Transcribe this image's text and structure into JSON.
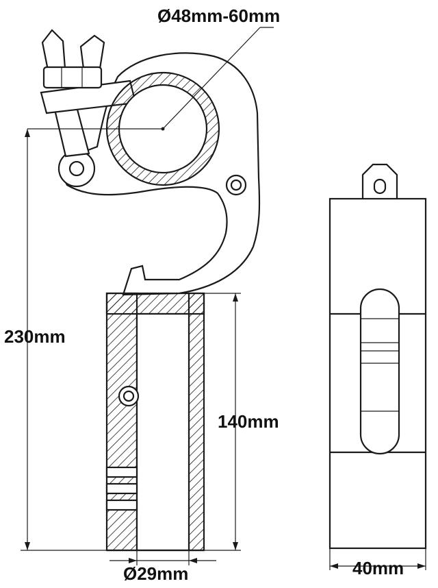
{
  "dimensions": {
    "tube_diameter": "Ø48mm-60mm",
    "total_height": "230mm",
    "spigot_length": "140mm",
    "spigot_bore": "Ø29mm",
    "width": "40mm"
  },
  "colors": {
    "line": "#1a1a1a",
    "background": "#ffffff"
  }
}
